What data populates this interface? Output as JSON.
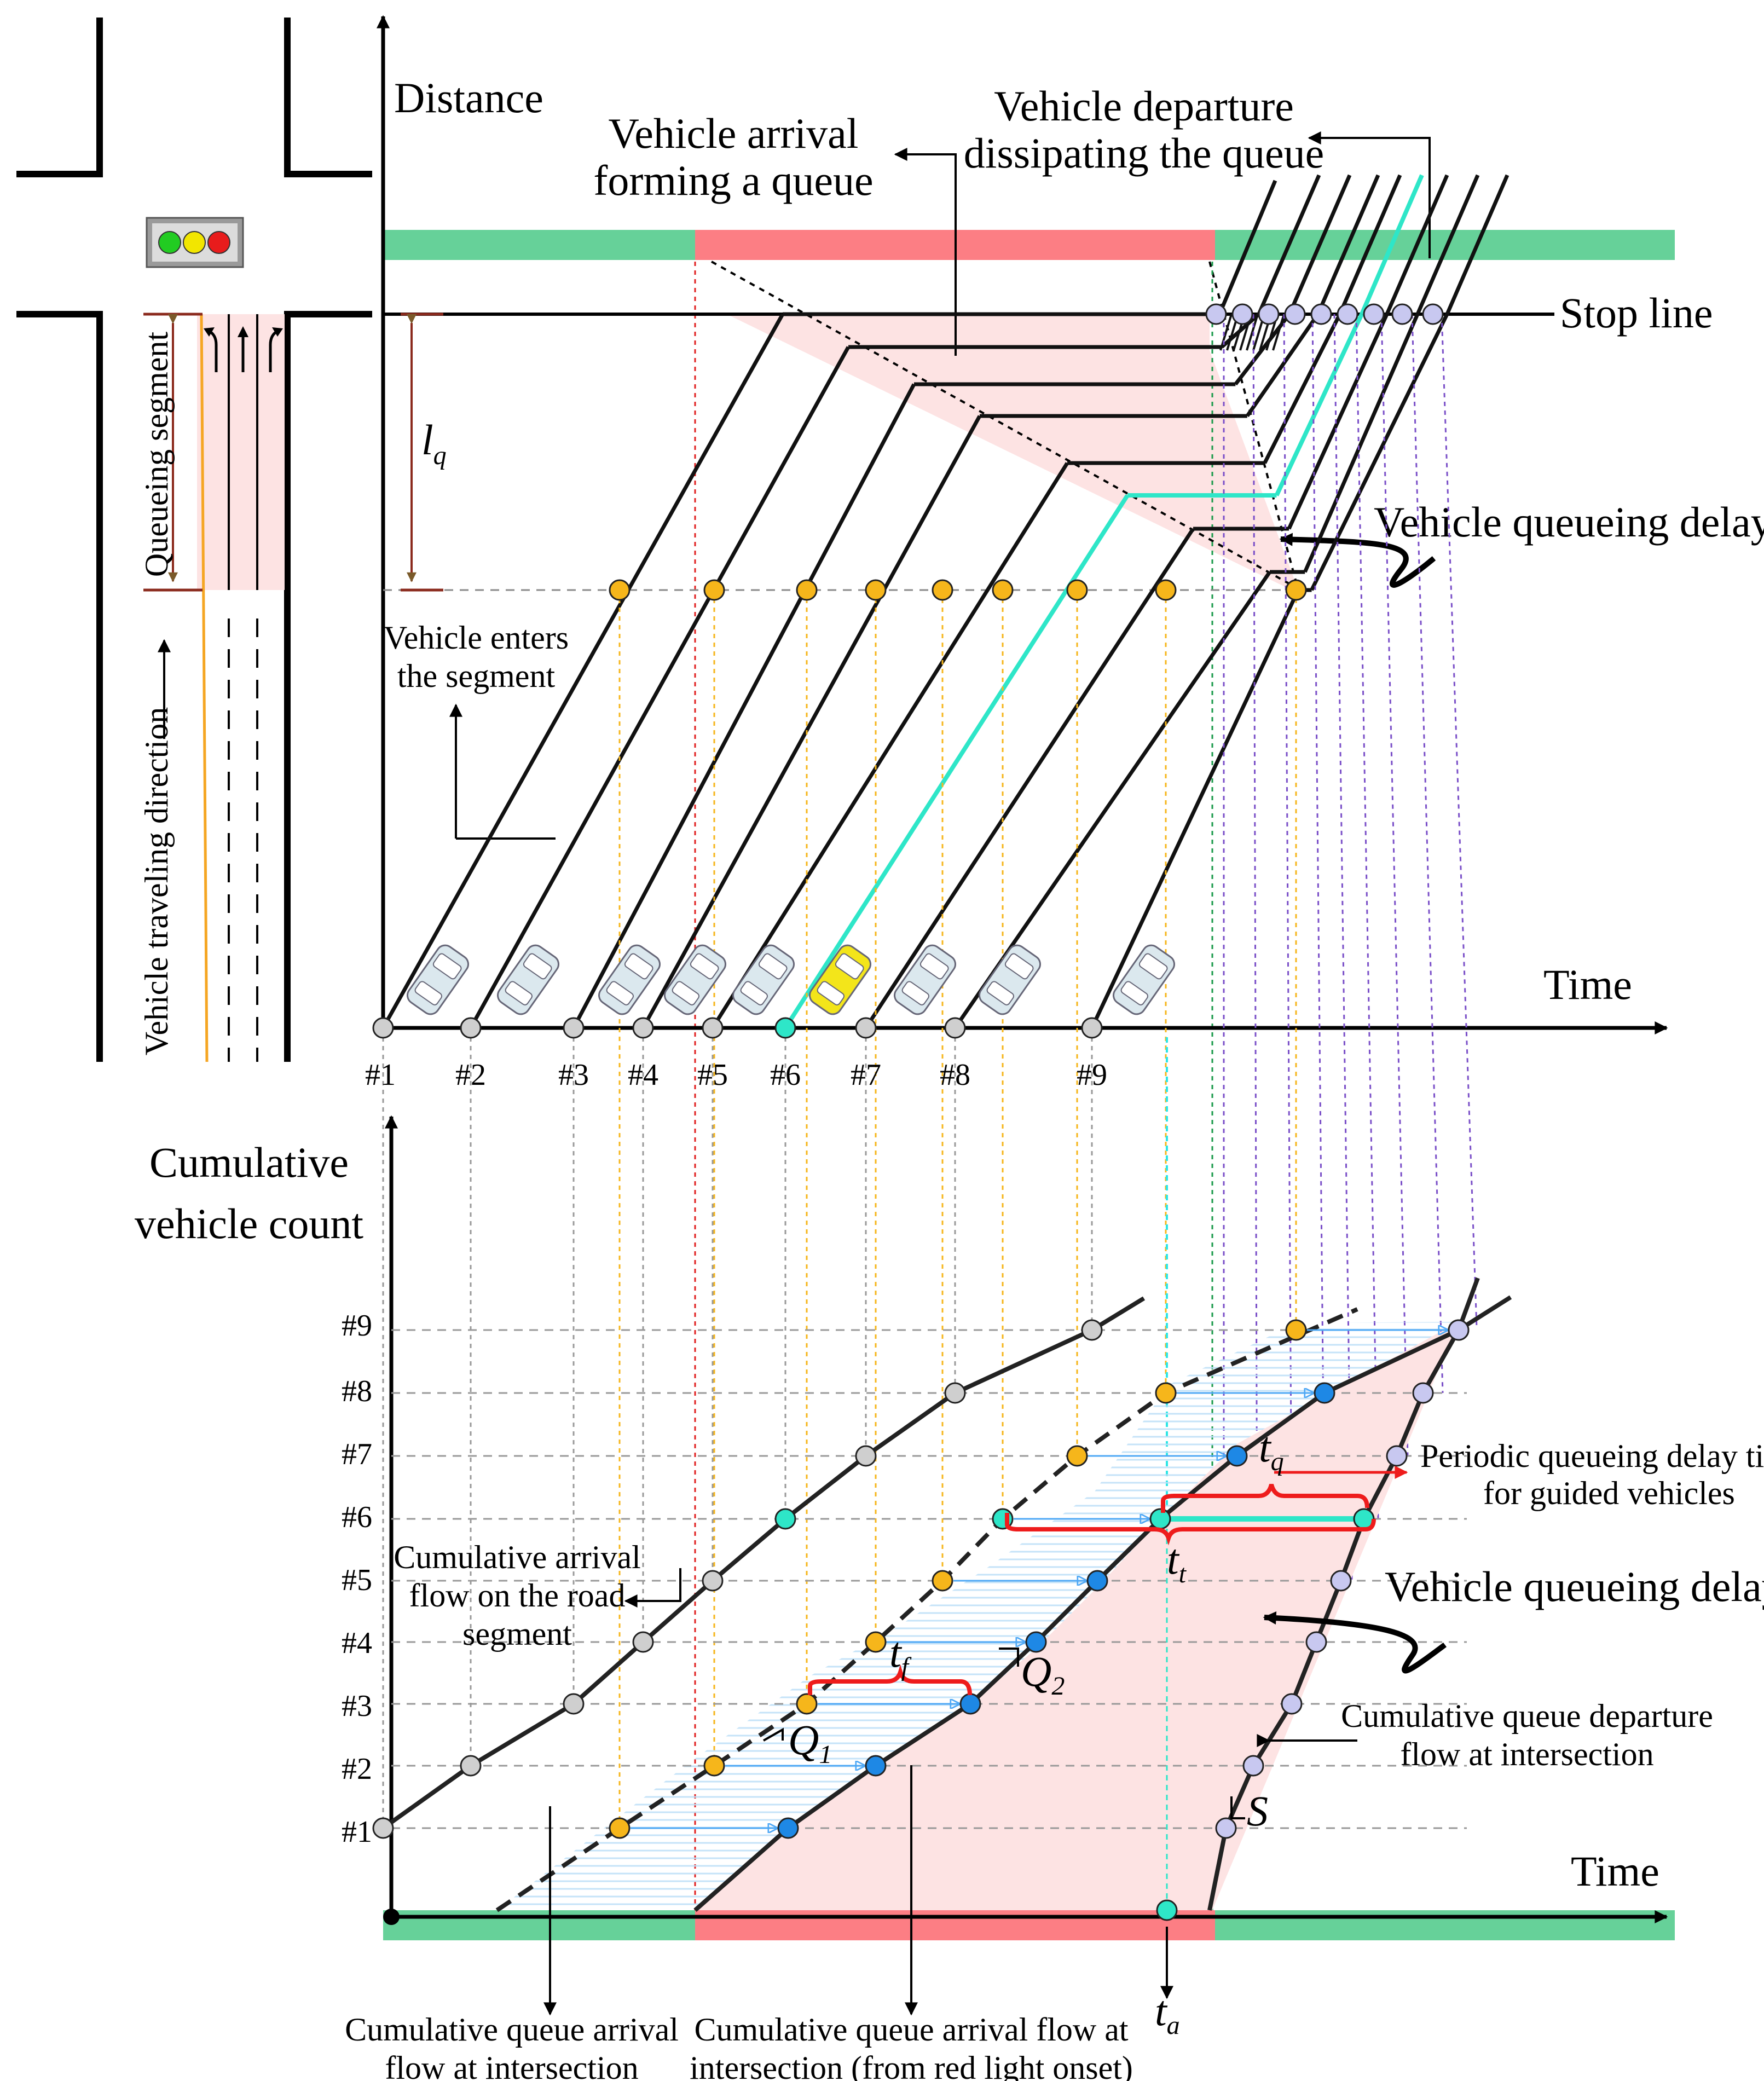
{
  "top_panel": {
    "y_axis_title": "Distance",
    "x_axis_title": "Time",
    "stop_line_label": "Stop line",
    "queue_length_label": "l",
    "queue_length_sub": "q",
    "arrival_note_line1": "Vehicle arrival",
    "arrival_note_line2": "forming a queue",
    "departure_note_line1": "Vehicle departure",
    "departure_note_line2": "dissipating the queue",
    "queueing_delay_label": "Vehicle queueing delay",
    "enters_label_line1": "Vehicle enters",
    "enters_label_line2": "the segment",
    "vehicle_ids": [
      "#1",
      "#2",
      "#3",
      "#4",
      "#5",
      "#6",
      "#7",
      "#8",
      "#9"
    ]
  },
  "road": {
    "queueing_segment_label": "Queueing segment",
    "travel_direction_label": "Vehicle traveling direction",
    "signal_colors": [
      "#22cc22",
      "#f2e600",
      "#e81c1c"
    ]
  },
  "bottom_panel": {
    "y_axis_title_line1": "Cumulative",
    "y_axis_title_line2": "vehicle count",
    "x_axis_title": "Time",
    "y_ticks": [
      "#1",
      "#2",
      "#3",
      "#4",
      "#5",
      "#6",
      "#7",
      "#8",
      "#9"
    ],
    "cum_arrival_road_line1": "Cumulative arrival",
    "cum_arrival_road_line2": "flow on the road",
    "cum_arrival_road_line3": "segment",
    "periodic_delay_line1": "Periodic queueing delay time",
    "periodic_delay_line2": "for guided vehicles",
    "queueing_delay_label": "Vehicle queueing delay",
    "departure_flow_line1": "Cumulative queue departure",
    "departure_flow_line2": "flow at intersection",
    "queue_arrival_line1": "Cumulative queue arrival",
    "queue_arrival_line2": "flow at intersection",
    "queue_arrival_red_line1": "Cumulative queue arrival flow at",
    "queue_arrival_red_line2": "intersection (from red light onset)",
    "t_f": "t",
    "t_f_sub": "f",
    "t_q": "t",
    "t_q_sub": "q",
    "t_t": "t",
    "t_t_sub": "t",
    "t_a": "t",
    "t_a_sub": "a",
    "Q1": "Q",
    "Q1_sub": "1",
    "Q2": "Q",
    "Q2_sub": "2",
    "S": "S"
  },
  "colors": {
    "green_phase": "#66d199",
    "red_phase": "#fc7e84",
    "queue_fill": "#fde3e3",
    "guided_vehicle": "#2ee6c8",
    "arrival_node": "#f6b61b",
    "queue_node": "#1e88e5",
    "departure_node": "#c8c8f0",
    "road_node": "#cfcfcf",
    "delay_bracket": "#ee1c1c"
  }
}
